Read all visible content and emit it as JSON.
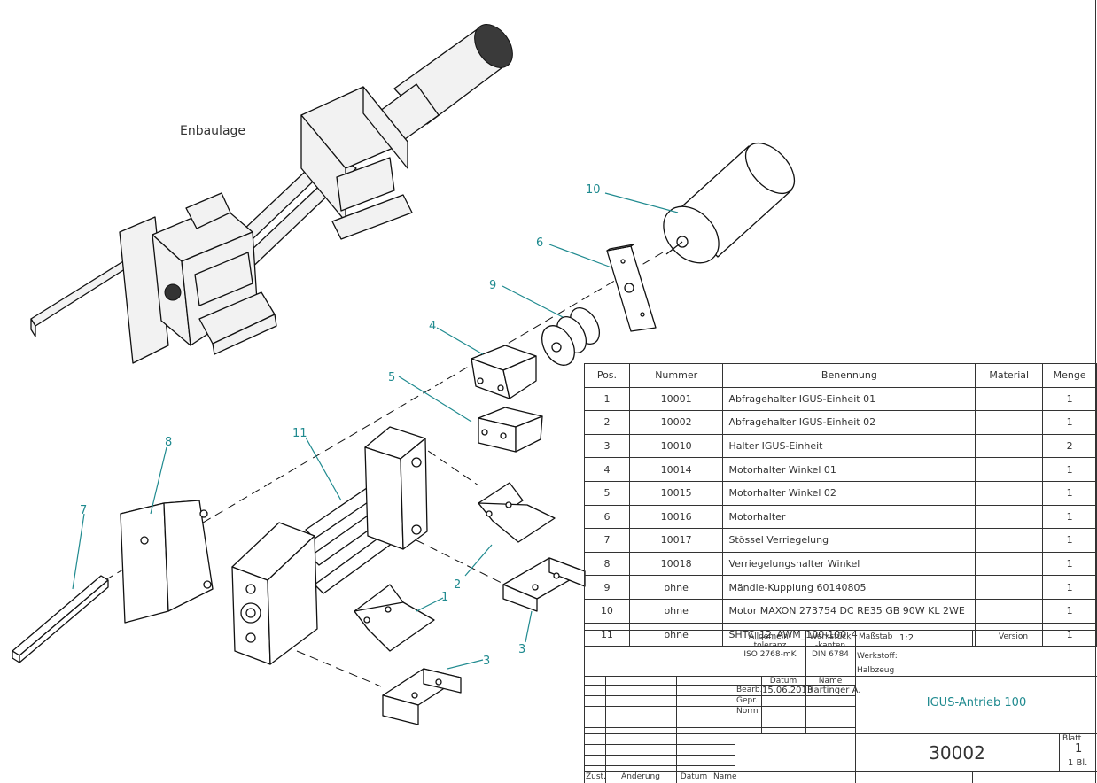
{
  "caption": "Enbaulage",
  "balloons": [
    "10",
    "6",
    "9",
    "4",
    "5",
    "11",
    "8",
    "7",
    "2",
    "1",
    "3",
    "3"
  ],
  "parts_list": {
    "headers": {
      "pos": "Pos.",
      "nummer": "Nummer",
      "benennung": "Benennung",
      "material": "Material",
      "menge": "Menge"
    },
    "rows": [
      {
        "pos": "1",
        "nummer": "10001",
        "benennung": "Abfragehalter IGUS-Einheit 01",
        "material": "",
        "menge": "1"
      },
      {
        "pos": "2",
        "nummer": "10002",
        "benennung": "Abfragehalter IGUS-Einheit 02",
        "material": "",
        "menge": "1"
      },
      {
        "pos": "3",
        "nummer": "10010",
        "benennung": "Halter IGUS-Einheit",
        "material": "",
        "menge": "2"
      },
      {
        "pos": "4",
        "nummer": "10014",
        "benennung": "Motorhalter Winkel 01",
        "material": "",
        "menge": "1"
      },
      {
        "pos": "5",
        "nummer": "10015",
        "benennung": "Motorhalter Winkel 02",
        "material": "",
        "menge": "1"
      },
      {
        "pos": "6",
        "nummer": "10016",
        "benennung": "Motorhalter",
        "material": "",
        "menge": "1"
      },
      {
        "pos": "7",
        "nummer": "10017",
        "benennung": "Stössel Verriegelung",
        "material": "",
        "menge": "1"
      },
      {
        "pos": "8",
        "nummer": "10018",
        "benennung": "Verriegelungshalter Winkel",
        "material": "",
        "menge": "1"
      },
      {
        "pos": "9",
        "nummer": "ohne",
        "benennung": "Mändle-Kupplung 60140805",
        "material": "",
        "menge": "1"
      },
      {
        "pos": "10",
        "nummer": "ohne",
        "benennung": "Motor MAXON 273754 DC RE35 GB 90W KL 2WE",
        "material": "",
        "menge": "1"
      },
      {
        "pos": "11",
        "nummer": "ohne",
        "benennung": "SHTC_12_AWM_100-100_4",
        "material": "",
        "menge": "1"
      }
    ]
  },
  "title_block": {
    "tolerance": "Allgemein-\ntoleranz\nISO 2768-mK",
    "edges": "Werkstück\n-kanten\nDIN 6784",
    "scale_label": "Maßstab",
    "scale_value": "1:2",
    "version_label": "Version",
    "material_label": "Werkstoff:",
    "material_value": "Halbzeug",
    "datum_header": "Datum",
    "name_header": "Name",
    "bearb_label": "Bearb.",
    "bearb_date": "15.06.2013",
    "bearb_name": "Hartinger A.",
    "gepr_label": "Gepr.",
    "norm_label": "Norm",
    "title": "IGUS-Antrieb 100",
    "drawing_number": "30002",
    "sheet_label": "Blatt",
    "sheet_number": "1",
    "sheet_total": "1 Bl.",
    "rev_zust": "Zust.",
    "rev_aenderung": "Änderung",
    "rev_datum": "Datum",
    "rev_name": "Name"
  }
}
